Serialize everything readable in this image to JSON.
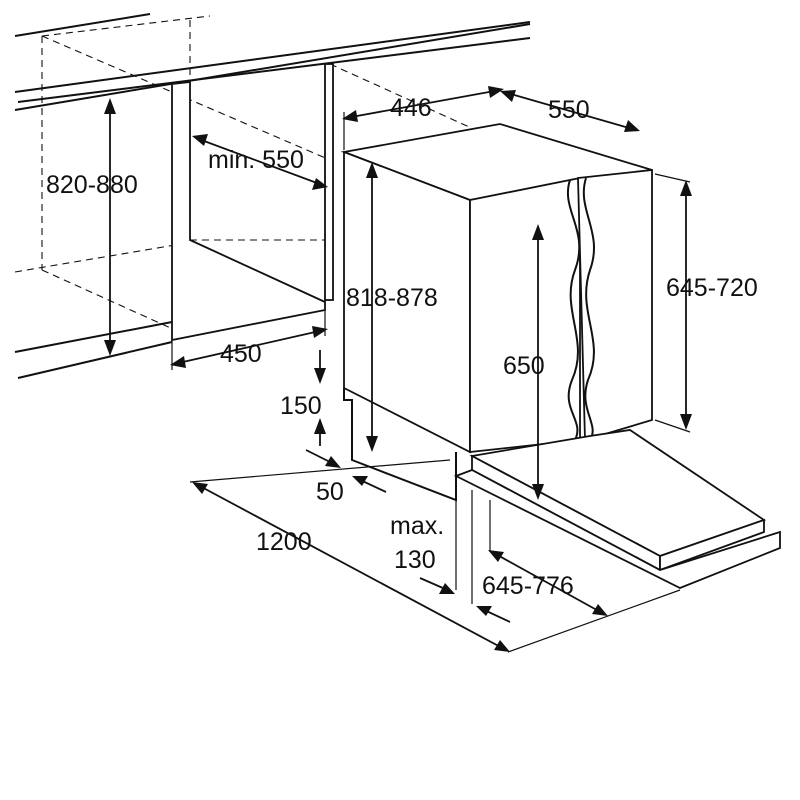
{
  "dimensions": {
    "niche_height": "820-880",
    "min_depth": "min. 550",
    "niche_width": "450",
    "appliance_width": "446",
    "appliance_depth": "550",
    "appliance_height": "818-878",
    "door_height": "645-720",
    "inner_height": "650",
    "plinth_height": "150",
    "plinth_setback": "50",
    "door_swing_clearance": "1200",
    "max_label": "max.",
    "max_value": "130",
    "door_projection": "645-776"
  }
}
